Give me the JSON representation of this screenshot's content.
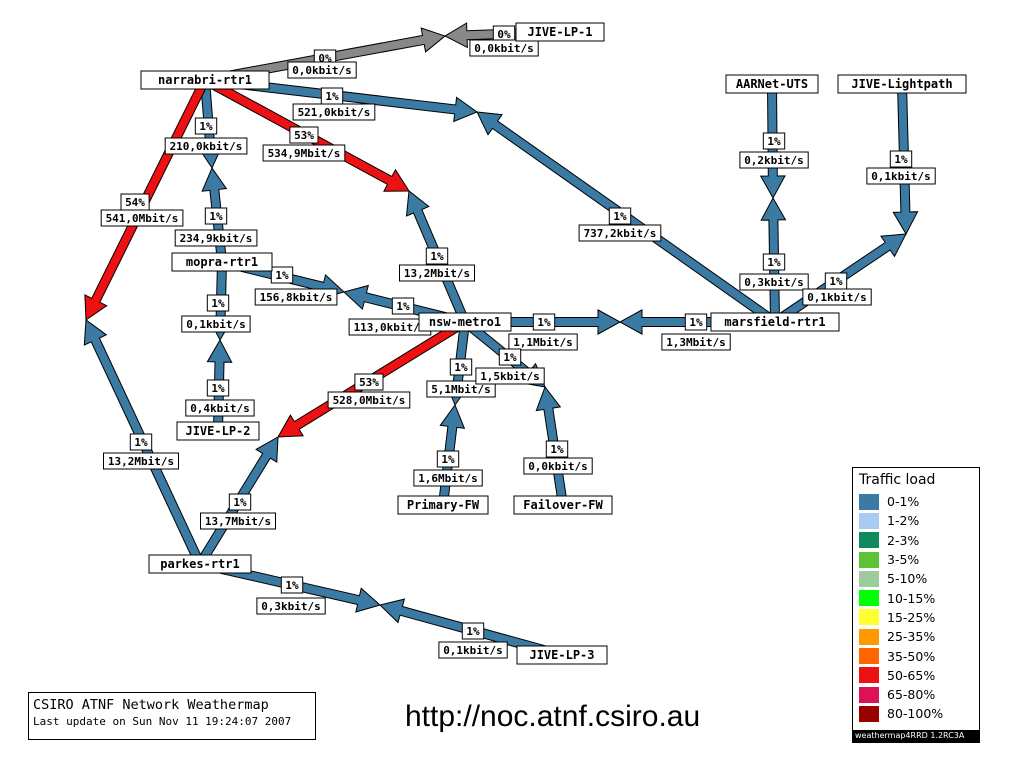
{
  "colors": {
    "low": "#3b7ba3",
    "high": "#ee1111",
    "unknown": "#888888",
    "outline": "#000000"
  },
  "nodes": {
    "narrabri": "narrabri-rtr1",
    "jive_lp_1": "JIVE-LP-1",
    "aarnet": "AARNet-UTS",
    "jive_lightpath": "JIVE-Lightpath",
    "mopra": "mopra-rtr1",
    "nsw_metro": "nsw-metro1",
    "marsfield": "marsfield-rtr1",
    "jive_lp_2": "JIVE-LP-2",
    "primary_fw": "Primary-FW",
    "failover_fw": "Failover-FW",
    "parkes": "parkes-rtr1",
    "jive_lp_3": "JIVE-LP-3"
  },
  "links": [
    {
      "id": "narrabri-jivelp1",
      "fwd_pct": "0%",
      "fwd_rate": "0,0kbit/s",
      "rev_pct": "0%",
      "rev_rate": "0,0kbit/s"
    },
    {
      "id": "narrabri-marsfield",
      "fwd_pct": "1%",
      "fwd_rate": "521,0kbit/s",
      "rev_pct": "1%",
      "rev_rate": "737,2kbit/s"
    },
    {
      "id": "narrabri-mopra",
      "fwd_pct": "1%",
      "fwd_rate": "210,0kbit/s",
      "rev_pct": "1%",
      "rev_rate": "234,9kbit/s"
    },
    {
      "id": "narrabri-nsw",
      "fwd_pct": "53%",
      "fwd_rate": "534,9Mbit/s",
      "rev_pct": "1%",
      "rev_rate": "13,2Mbit/s"
    },
    {
      "id": "narrabri-parkes",
      "fwd_pct": "54%",
      "fwd_rate": "541,0Mbit/s",
      "rev_pct": "1%",
      "rev_rate": "13,2Mbit/s"
    },
    {
      "id": "aarnet-marsfield",
      "fwd_pct": "1%",
      "fwd_rate": "0,2kbit/s",
      "rev_pct": "1%",
      "rev_rate": "0,3kbit/s"
    },
    {
      "id": "jivelight-marsfield",
      "fwd_pct": "1%",
      "fwd_rate": "0,1kbit/s",
      "rev_pct": "1%",
      "rev_rate": "0,1kbit/s"
    },
    {
      "id": "mopra-nsw",
      "fwd_pct": "1%",
      "fwd_rate": "156,8kbit/s",
      "rev_pct": "1%",
      "rev_rate": "113,0kbit/s"
    },
    {
      "id": "mopra-jivelp2",
      "fwd_pct": "1%",
      "fwd_rate": "0,1kbit/s",
      "rev_pct": "1%",
      "rev_rate": "0,4kbit/s"
    },
    {
      "id": "nsw-marsfield",
      "fwd_pct": "1%",
      "fwd_rate": "1,1Mbit/s",
      "rev_pct": "1%",
      "rev_rate": "1,3Mbit/s"
    },
    {
      "id": "nsw-primary",
      "fwd_pct": "1%",
      "fwd_rate": "5,1Mbit/s",
      "rev_pct": "1%",
      "rev_rate": "1,6Mbit/s"
    },
    {
      "id": "nsw-failover",
      "fwd_pct": "1%",
      "fwd_rate": "1,5kbit/s",
      "rev_pct": "1%",
      "rev_rate": "0,0kbit/s"
    },
    {
      "id": "nsw-parkes",
      "fwd_pct": "53%",
      "fwd_rate": "528,0Mbit/s",
      "rev_pct": "1%",
      "rev_rate": "13,7Mbit/s"
    },
    {
      "id": "parkes-jivelp3",
      "fwd_pct": "1%",
      "fwd_rate": "0,3kbit/s",
      "rev_pct": "1%",
      "rev_rate": "0,1kbit/s"
    }
  ],
  "legend": {
    "title": "Traffic load",
    "items": [
      {
        "label": "0-1%",
        "color": "#3b7ba3"
      },
      {
        "label": "1-2%",
        "color": "#a8ccf0"
      },
      {
        "label": "2-3%",
        "color": "#0f8a5f"
      },
      {
        "label": "3-5%",
        "color": "#5ec236"
      },
      {
        "label": "5-10%",
        "color": "#9ccc9c"
      },
      {
        "label": "10-15%",
        "color": "#00ff00"
      },
      {
        "label": "15-25%",
        "color": "#ffff33"
      },
      {
        "label": "25-35%",
        "color": "#ff9900"
      },
      {
        "label": "35-50%",
        "color": "#ff6600"
      },
      {
        "label": "50-65%",
        "color": "#ee1111"
      },
      {
        "label": "65-80%",
        "color": "#dd1155"
      },
      {
        "label": "80-100%",
        "color": "#990000"
      }
    ],
    "footer": "weathermap4RRD 1.2RC3A"
  },
  "title_box": {
    "title": "CSIRO ATNF Network Weathermap",
    "updated": "Last update on Sun Nov 11 19:24:07 2007"
  },
  "url": "http://noc.atnf.csiro.au"
}
